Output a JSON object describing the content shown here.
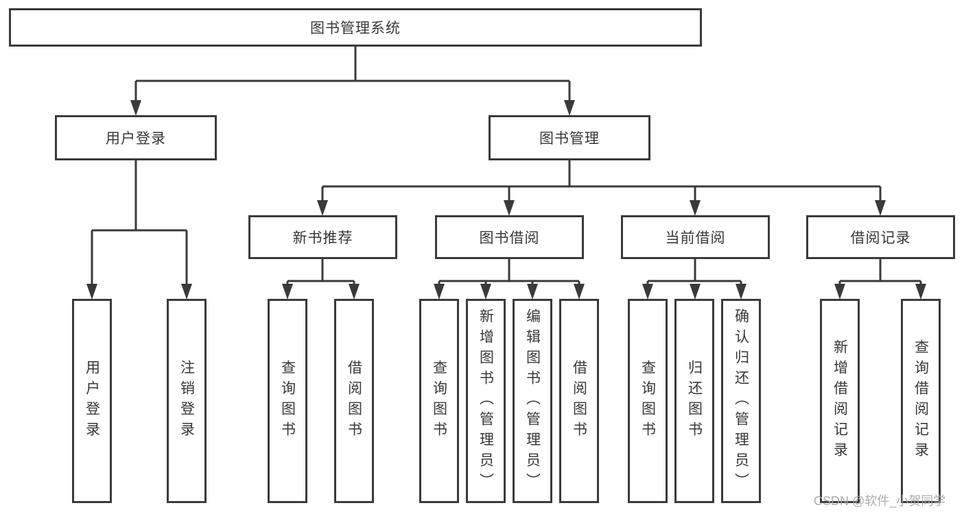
{
  "diagram": {
    "root": {
      "label": "图书管理系统"
    },
    "level2": [
      {
        "id": "user-login",
        "label": "用户登录"
      },
      {
        "id": "book-management",
        "label": "图书管理"
      }
    ],
    "level3": [
      {
        "id": "new-book-recommend",
        "label": "新书推荐"
      },
      {
        "id": "book-borrow",
        "label": "图书借阅"
      },
      {
        "id": "current-borrow",
        "label": "当前借阅"
      },
      {
        "id": "borrow-records",
        "label": "借阅记录"
      }
    ],
    "leaves": {
      "user_login": [
        {
          "label": "用户登录"
        },
        {
          "label": "注销登录"
        }
      ],
      "new_book": [
        {
          "label": "查询图书"
        },
        {
          "label": "借阅图书"
        }
      ],
      "book_borrow": [
        {
          "label": "查询图书"
        },
        {
          "label": "新增图书（管理员）"
        },
        {
          "label": "编辑图书（管理员）"
        },
        {
          "label": "借阅图书"
        }
      ],
      "current_borrow": [
        {
          "label": "查询图书"
        },
        {
          "label": "归还图书"
        },
        {
          "label": "确认归还（管理员）"
        }
      ],
      "records": [
        {
          "label": "新增借阅记录"
        },
        {
          "label": "查询借阅记录"
        }
      ]
    }
  },
  "watermark": {
    "text": "CSDN @软件_小贺同学"
  },
  "colors": {
    "line": "#3a3a3a",
    "box_border": "#3a3a3a",
    "text": "#373737",
    "watermark": "#a8a8a8",
    "background": "#ffffff"
  }
}
